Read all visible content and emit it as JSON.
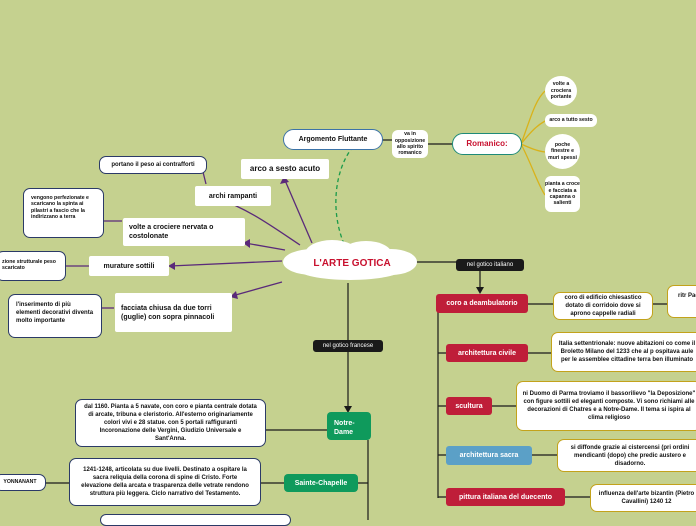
{
  "main_topic": "L'ARTE GOTICA",
  "colors": {
    "background": "#c5d18f",
    "main_text": "#c8102e",
    "romanico_text": "#c8102e",
    "red_node": "#bf1e39",
    "green_node": "#0f9a5c",
    "blue_node": "#5ba0c7"
  },
  "left_branches": [
    {
      "label": "arco a sesto acuto"
    },
    {
      "label": "archi rampanti",
      "detail": "portano il peso ai contrafforti"
    },
    {
      "label": "volte a crociere nervata o costolonate",
      "detail": "vengono perfezionate e scaricano la spinta ai pilastri a fascio che la indirizzano a terra"
    },
    {
      "label": "murature sottili",
      "detail": "zione strutturale peso scaricato"
    },
    {
      "label": "facciata chiusa da due torri (guglie) con sopra pinnacoli",
      "detail": "l'inserimento di più elementi decorativi diventa molto importante"
    }
  ],
  "top": {
    "argomento": "Argomento Fluttante",
    "connector": "va in opposizione allo spirito romanico",
    "romanico": "Romanico:",
    "romanico_items": [
      "volte a crociera portante",
      "arco a tutto sesto",
      "poche finestre e muri spessi",
      "pianta a croce e facciata a capanna o salienti"
    ]
  },
  "francese": {
    "tag": "nel gotico francese",
    "items": [
      {
        "label": "Notre-Dame",
        "detail": "dal 1160. Pianta a 5 navate, con coro e pianta centrale dotata di arcate, tribuna e cleristorio. All'esterno originariamente colori vivi e 28 statue. con 5 portali raffiguranti  Incoronazione delle Vergini, Giudizio Universale e Sant'Anna."
      },
      {
        "label": "Sainte-Chapelle",
        "detail": "1241-1248, articolata su due livelli. Destinato a ospitare la sacra reliquia della corona di spine di Cristo. Forte elevazione della arcata e trasparenza delle vetrate rendono struttura più leggera. Ciclo narrativo del Testamento.",
        "side": "YONNANANT"
      }
    ]
  },
  "italiano": {
    "tag": "nel gotico italiano",
    "items": [
      {
        "label": "coro a deambulatorio",
        "detail": "coro di edificio chiesastico dotato di corridoio dove si aprono cappelle radiali",
        "extra": "ritr Padov"
      },
      {
        "label": "architettura civile",
        "detail": "Italia settentrionale: nuove abitazioni co come il Broletto Milano del 1233 che al p ospitava aule per le assemblee cittadine terra ben illuminato"
      },
      {
        "label": "scultura",
        "detail": "ni Duomo di Parma troviamo il bassorilievo \"la Deposizione\" con figure sottili ed eleganti composte. Vi sono richiami alle decorazioni di Chatres  e a Notre-Dame. Il tema si ispira al clima religioso"
      },
      {
        "label": "architettura sacra",
        "detail": "si diffonde grazie ai cistercensi (pri ordini mendicanti (dopo) che predic austero e disadorno."
      },
      {
        "label": "pittura italiana del duecento",
        "detail": "influenza dell'arte bizantin (Pietro Cavallini) 1240 12"
      }
    ]
  }
}
